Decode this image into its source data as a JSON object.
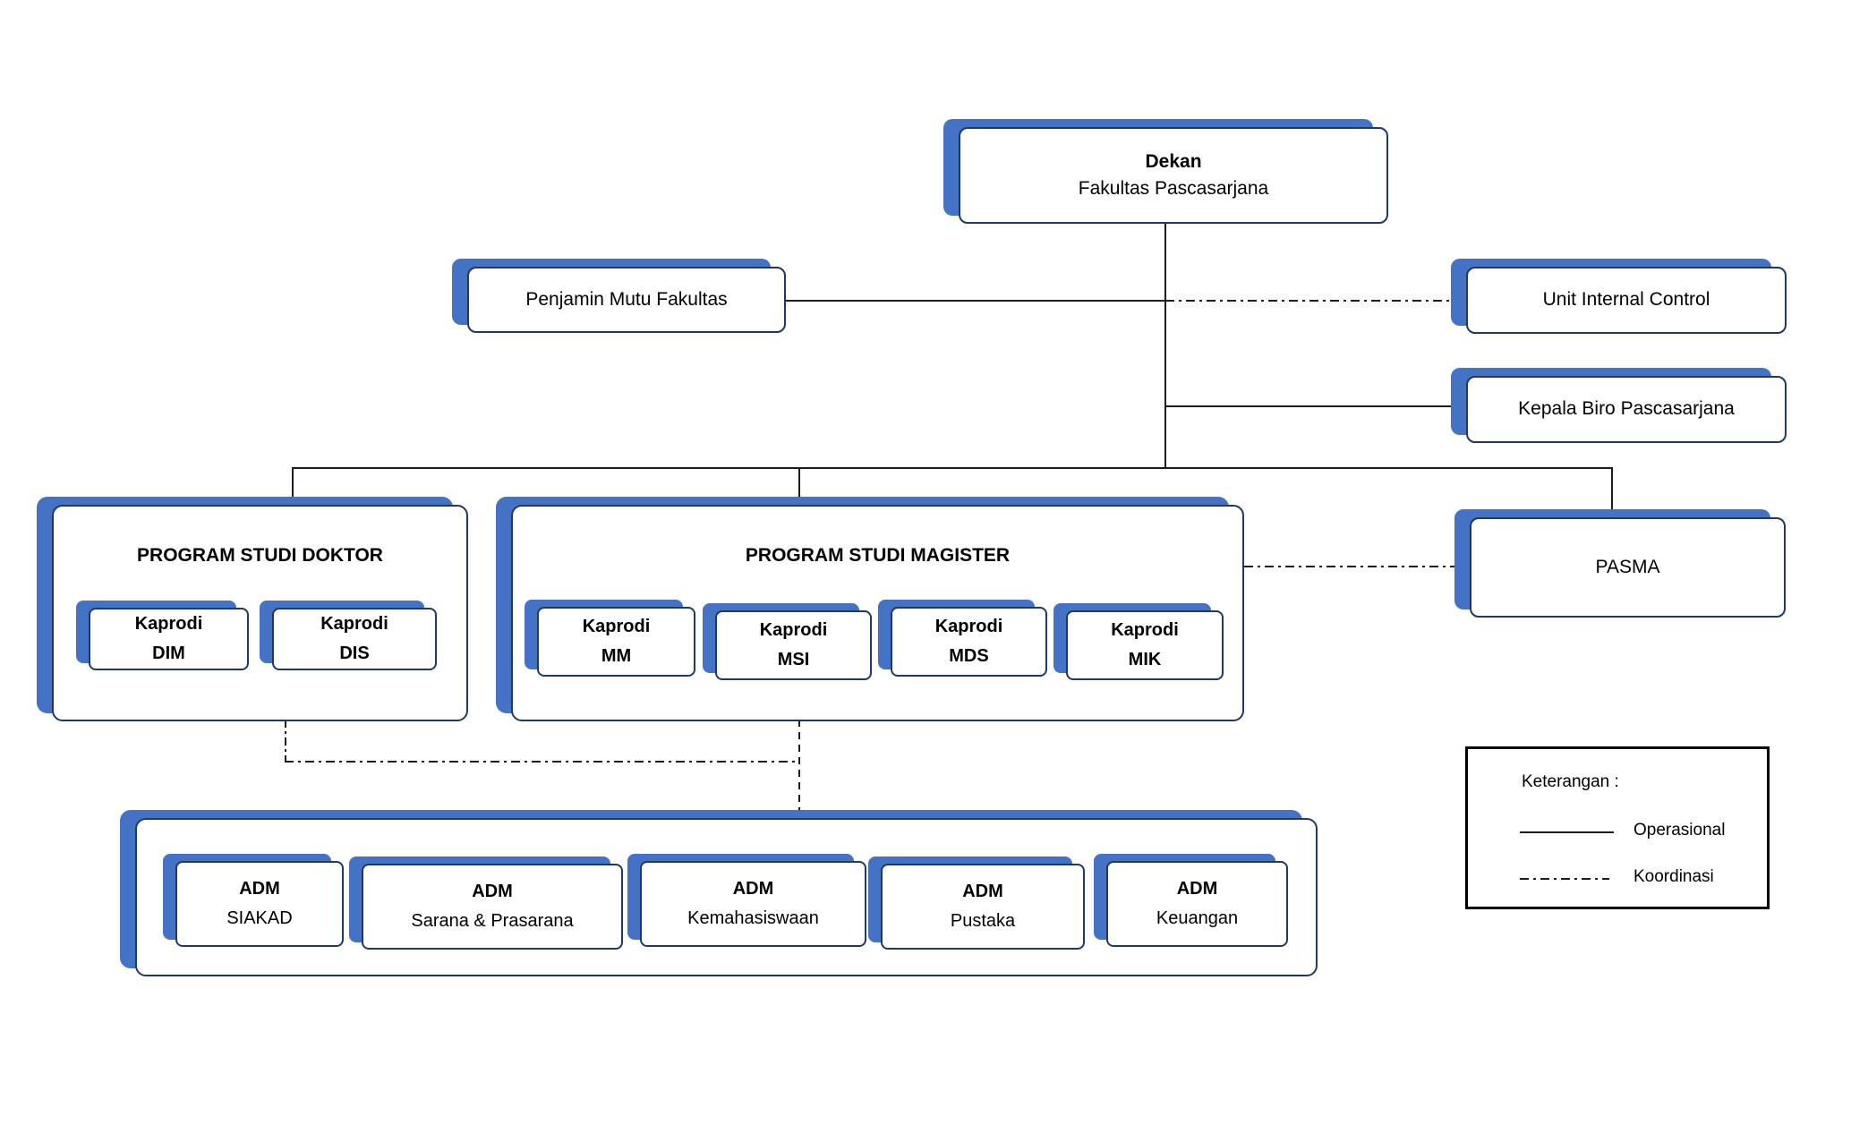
{
  "colors": {
    "shadow_blue": "#4472C4",
    "border_navy": "#203864",
    "line_black": "#1c1c1c"
  },
  "nodes": {
    "dekan": {
      "title": "Dekan",
      "subtitle": "Fakultas Pascasarjana"
    },
    "penjamin_mutu": {
      "label": "Penjamin Mutu Fakultas"
    },
    "unit_internal_control": {
      "label": "Unit Internal Control"
    },
    "kepala_biro": {
      "label": "Kepala Biro Pascasarjana"
    },
    "pasma": {
      "label": "PASMA"
    },
    "prodi_doktor": {
      "title": "PROGRAM STUDI DOKTOR",
      "kaprodi": [
        {
          "line1": "Kaprodi",
          "line2": "DIM"
        },
        {
          "line1": "Kaprodi",
          "line2": "DIS"
        }
      ]
    },
    "prodi_magister": {
      "title": "PROGRAM STUDI MAGISTER",
      "kaprodi": [
        {
          "line1": "Kaprodi",
          "line2": "MM"
        },
        {
          "line1": "Kaprodi",
          "line2": "MSI"
        },
        {
          "line1": "Kaprodi",
          "line2": "MDS"
        },
        {
          "line1": "Kaprodi",
          "line2": "MIK"
        }
      ]
    },
    "adm": {
      "units": [
        {
          "line1": "ADM",
          "line2": "SIAKAD"
        },
        {
          "line1": "ADM",
          "line2": "Sarana & Prasarana"
        },
        {
          "line1": "ADM",
          "line2": "Kemahasiswaan"
        },
        {
          "line1": "ADM",
          "line2": "Pustaka"
        },
        {
          "line1": "ADM",
          "line2": "Keuangan"
        }
      ]
    }
  },
  "legend": {
    "title": "Keterangan :",
    "operasional": "Operasional",
    "koordinasi": "Koordinasi"
  }
}
